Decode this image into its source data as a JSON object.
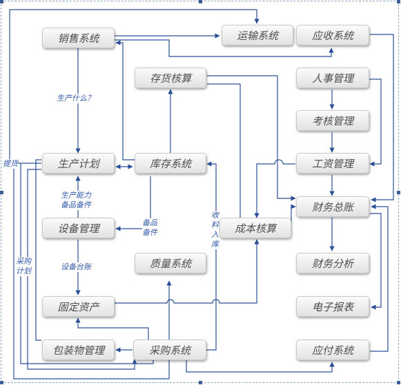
{
  "nodes": {
    "sales": "销售系统",
    "transport": "运输系统",
    "receivable": "应收系统",
    "stock_accounting": "存货核算",
    "hr": "人事管理",
    "assessment": "考核管理",
    "production_plan": "生产计划",
    "inventory": "库存系统",
    "salary": "工资管理",
    "general_ledger": "财务总账",
    "equipment": "设备管理",
    "cost_accounting": "成本核算",
    "quality": "质量系统",
    "financial_analysis": "财务分析",
    "fixed_assets": "固定资产",
    "e_reports": "电子报表",
    "packaging": "包装物管理",
    "purchasing": "采购系统",
    "payable": "应付系统"
  },
  "edge_labels": {
    "what_to_produce": "生产什么？",
    "pickup": "提货",
    "capacity_line1": "生产能力",
    "capacity_line2": "备品备件",
    "spare_line1": "备品",
    "spare_line2": "备件",
    "receipt_line1": "收",
    "receipt_line2": "料",
    "receipt_line3": "入",
    "receipt_line4": "库",
    "purchase_plan_line1": "采购",
    "purchase_plan_line2": "计划",
    "equipment_ledger": "设备台账"
  },
  "colors": {
    "connector": "#2a4f96",
    "node_text": "#4d4d4d",
    "label_text": "#2f5aa8"
  }
}
